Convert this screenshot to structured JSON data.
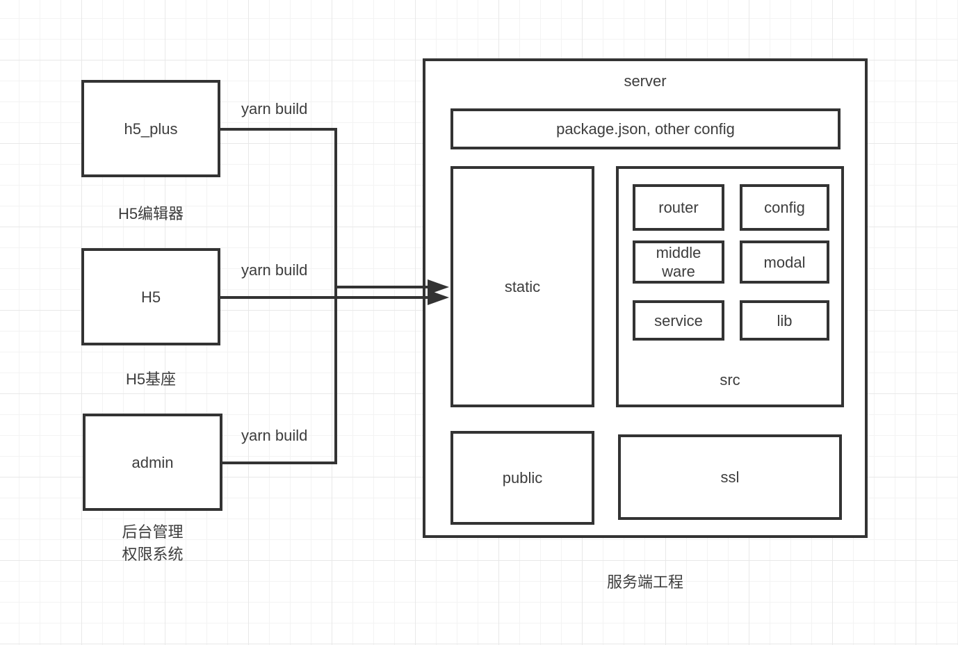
{
  "clients": {
    "h5_plus": {
      "label": "h5_plus",
      "caption": "H5编辑器",
      "edge_label": "yarn build"
    },
    "h5": {
      "label": "H5",
      "caption": "H5基座",
      "edge_label": "yarn build"
    },
    "admin": {
      "label": "admin",
      "caption_line1": "后台管理",
      "caption_line2": "权限系统",
      "edge_label": "yarn build"
    }
  },
  "server": {
    "title": "server",
    "config_file_box": "package.json, other config",
    "static_dir": "static",
    "src_dir": "src",
    "src_modules": {
      "router": "router",
      "config": "config",
      "middleware": "middle\nware",
      "modal": "modal",
      "service": "service",
      "lib": "lib"
    },
    "public_dir": "public",
    "ssl_dir": "ssl",
    "caption": "服务端工程"
  },
  "colors": {
    "line": "#333333",
    "text": "#3d3d3d",
    "background": "#ffffff",
    "grid_minor": "#f3f3f3",
    "grid_major": "#e8e8e8"
  }
}
